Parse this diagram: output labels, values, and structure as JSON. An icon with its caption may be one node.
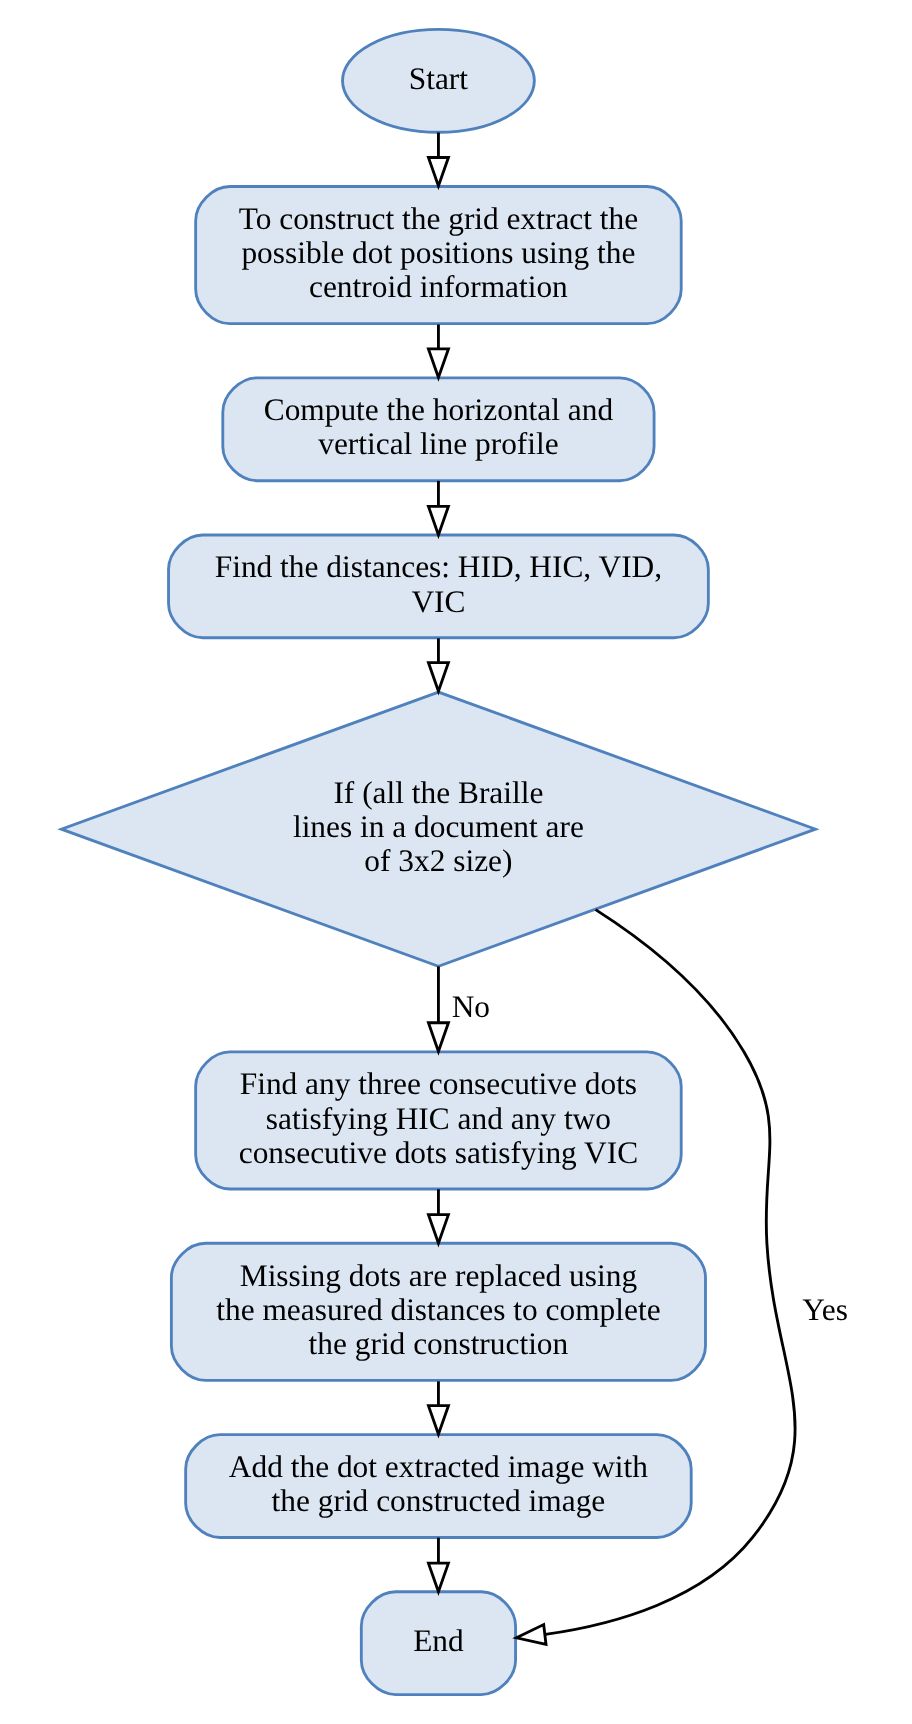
{
  "diagram": {
    "nodes": [
      {
        "text": [
          "Start"
        ]
      },
      {
        "text": [
          "To construct the grid extract the possible dot positions using the centroid information"
        ]
      },
      {
        "text": [
          "Compute the horizontal and vertical line profile"
        ]
      },
      {
        "text": [
          "Find the distances: HID, HIC, VID, VIC"
        ]
      },
      {
        "text": [
          "If (all the Braille lines in a document are of 3x2 size)"
        ]
      },
      {
        "text": [
          "Find any three consecutive dots satisfying HIC and any two consecutive dots satisfying VIC"
        ]
      },
      {
        "text": [
          "Missing dots are replaced using the measured distances to complete the grid construction"
        ]
      },
      {
        "text": [
          "Add the dot extracted image with the grid constructed image"
        ]
      },
      {
        "text": [
          "End"
        ]
      }
    ],
    "edges": [
      {
        "from": 0,
        "to": 1,
        "arrow": "to"
      },
      {
        "from": 1,
        "to": 2,
        "arrow": "to"
      },
      {
        "from": 2,
        "to": 3,
        "arrow": "to"
      },
      {
        "from": 3,
        "to": 4,
        "arrow": "to"
      },
      {
        "from": 4,
        "to": 5,
        "arrow": "to",
        "label": "No"
      },
      {
        "from": 5,
        "to": 6,
        "arrow": "to"
      },
      {
        "from": 6,
        "to": 7,
        "arrow": "to"
      },
      {
        "from": 7,
        "to": 8,
        "arrow": "to"
      },
      {
        "from": 4,
        "to": 8,
        "arrow": "to",
        "label": "Yes"
      }
    ]
  }
}
